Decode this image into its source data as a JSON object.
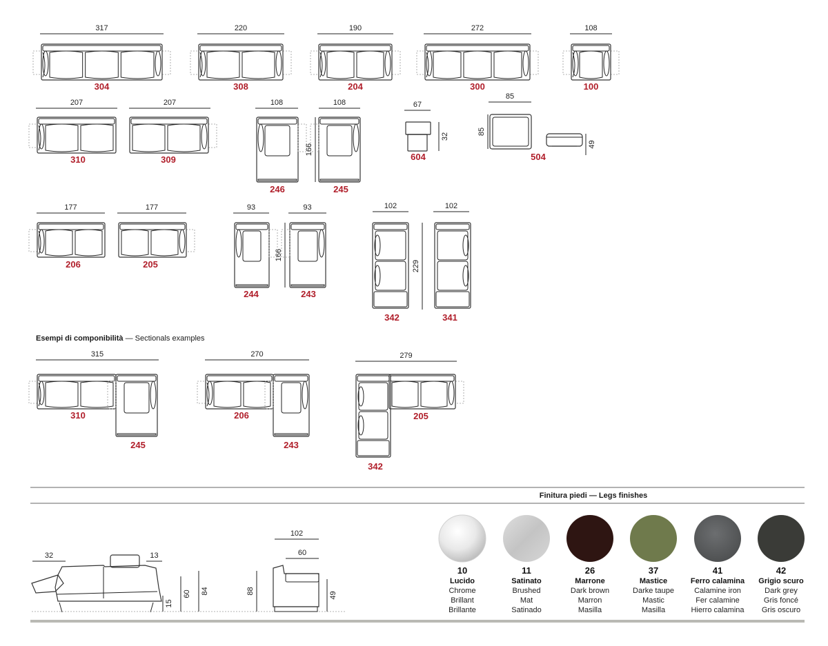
{
  "modules": [
    {
      "code": "304",
      "width": "317"
    },
    {
      "code": "308",
      "width": "220"
    },
    {
      "code": "204",
      "width": "190"
    },
    {
      "code": "300",
      "width": "272"
    },
    {
      "code": "100",
      "width": "108"
    },
    {
      "code": "310",
      "width": "207"
    },
    {
      "code": "309",
      "width": "207"
    },
    {
      "code": "246",
      "width": "108",
      "depth": "166"
    },
    {
      "code": "245",
      "width": "108"
    },
    {
      "code": "604",
      "width": "67",
      "height": "32"
    },
    {
      "code": "504",
      "width": "85",
      "depth": "85",
      "height": "49"
    },
    {
      "code": "206",
      "width": "177"
    },
    {
      "code": "205",
      "width": "177"
    },
    {
      "code": "244",
      "width": "93",
      "depth": "166"
    },
    {
      "code": "243",
      "width": "93"
    },
    {
      "code": "342",
      "width": "102",
      "depth": "229"
    },
    {
      "code": "341",
      "width": "102"
    }
  ],
  "sectionals": {
    "heading_bold": "Esempi di componibilità",
    "heading_rest": " — Sectionals examples",
    "examples": [
      {
        "width": "315",
        "codes": [
          "310",
          "245"
        ]
      },
      {
        "width": "270",
        "codes": [
          "206",
          "243"
        ]
      },
      {
        "width": "279",
        "codes": [
          "205",
          "342"
        ]
      }
    ]
  },
  "profile": {
    "side": {
      "back": "32",
      "arm": "13",
      "seat_h": "15",
      "arm_h": "60",
      "total_h": "84",
      "max_h": "88"
    },
    "front": {
      "width": "102",
      "seat_depth": "60",
      "height": "49"
    }
  },
  "finishes": {
    "title": "Finitura piedi — Legs finishes",
    "items": [
      {
        "code": "10",
        "name": "Lucido",
        "en": "Chrome",
        "fr": "Brillant",
        "es": "Brillante",
        "color": "#e6e6e6",
        "tone": "chrome"
      },
      {
        "code": "11",
        "name": "Satinato",
        "en": "Brushed",
        "fr": "Mat",
        "es": "Satinado",
        "color": "#cfcfcf",
        "tone": "brushed"
      },
      {
        "code": "26",
        "name": "Marrone",
        "en": "Dark brown",
        "fr": "Marron",
        "es": "Masilla",
        "color": "#2e1512",
        "tone": "flat"
      },
      {
        "code": "37",
        "name": "Mastice",
        "en": "Darke taupe",
        "fr": "Mastic",
        "es": "Masilla",
        "color": "#6f7a4c",
        "tone": "flat"
      },
      {
        "code": "41",
        "name": "Ferro calamina",
        "en": "Calamine iron",
        "fr": "Fer calamine",
        "es": "Hierro calamina",
        "color": "#595b5c",
        "tone": "iron"
      },
      {
        "code": "42",
        "name": "Grigio scuro",
        "en": "Dark grey",
        "fr": "Gris foncé",
        "es": "Gris oscuro",
        "color": "#3a3b37",
        "tone": "flat"
      }
    ]
  }
}
